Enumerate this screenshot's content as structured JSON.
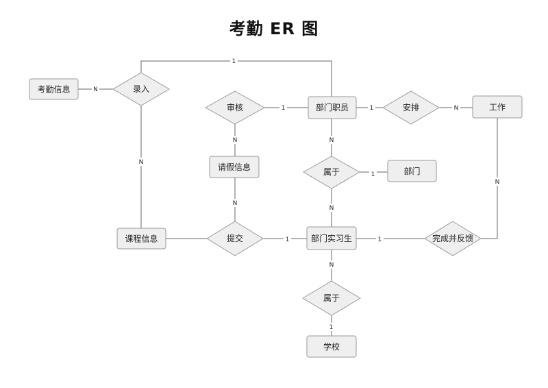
{
  "title": "考勤 ER 图",
  "entities": {
    "attendance_info": "考勤信息",
    "dept_staff": "部门职员",
    "work": "工作",
    "leave_info": "请假信息",
    "department": "部门",
    "course_info": "课程信息",
    "dept_intern": "部门实习生",
    "school": "学校"
  },
  "relationships": {
    "enter": "录入",
    "review": "审核",
    "arrange": "安排",
    "belongs_dept": "属于",
    "submit": "提交",
    "complete_feedback": "完成并反馈",
    "belongs_school": "属于"
  },
  "cardinalities": {
    "enter_info": "N",
    "enter_staff": "1",
    "enter_course": "N",
    "review_staff": "1",
    "review_leave": "N",
    "arrange_staff": "1",
    "arrange_work": "N",
    "staff_belongs": "N",
    "belongs_dept": "1",
    "belongs_intern": "N",
    "leave_submit": "N",
    "submit_intern": "1",
    "intern_feedback": "1",
    "feedback_work": "N",
    "intern_school": "N",
    "school_belongs": "1"
  }
}
